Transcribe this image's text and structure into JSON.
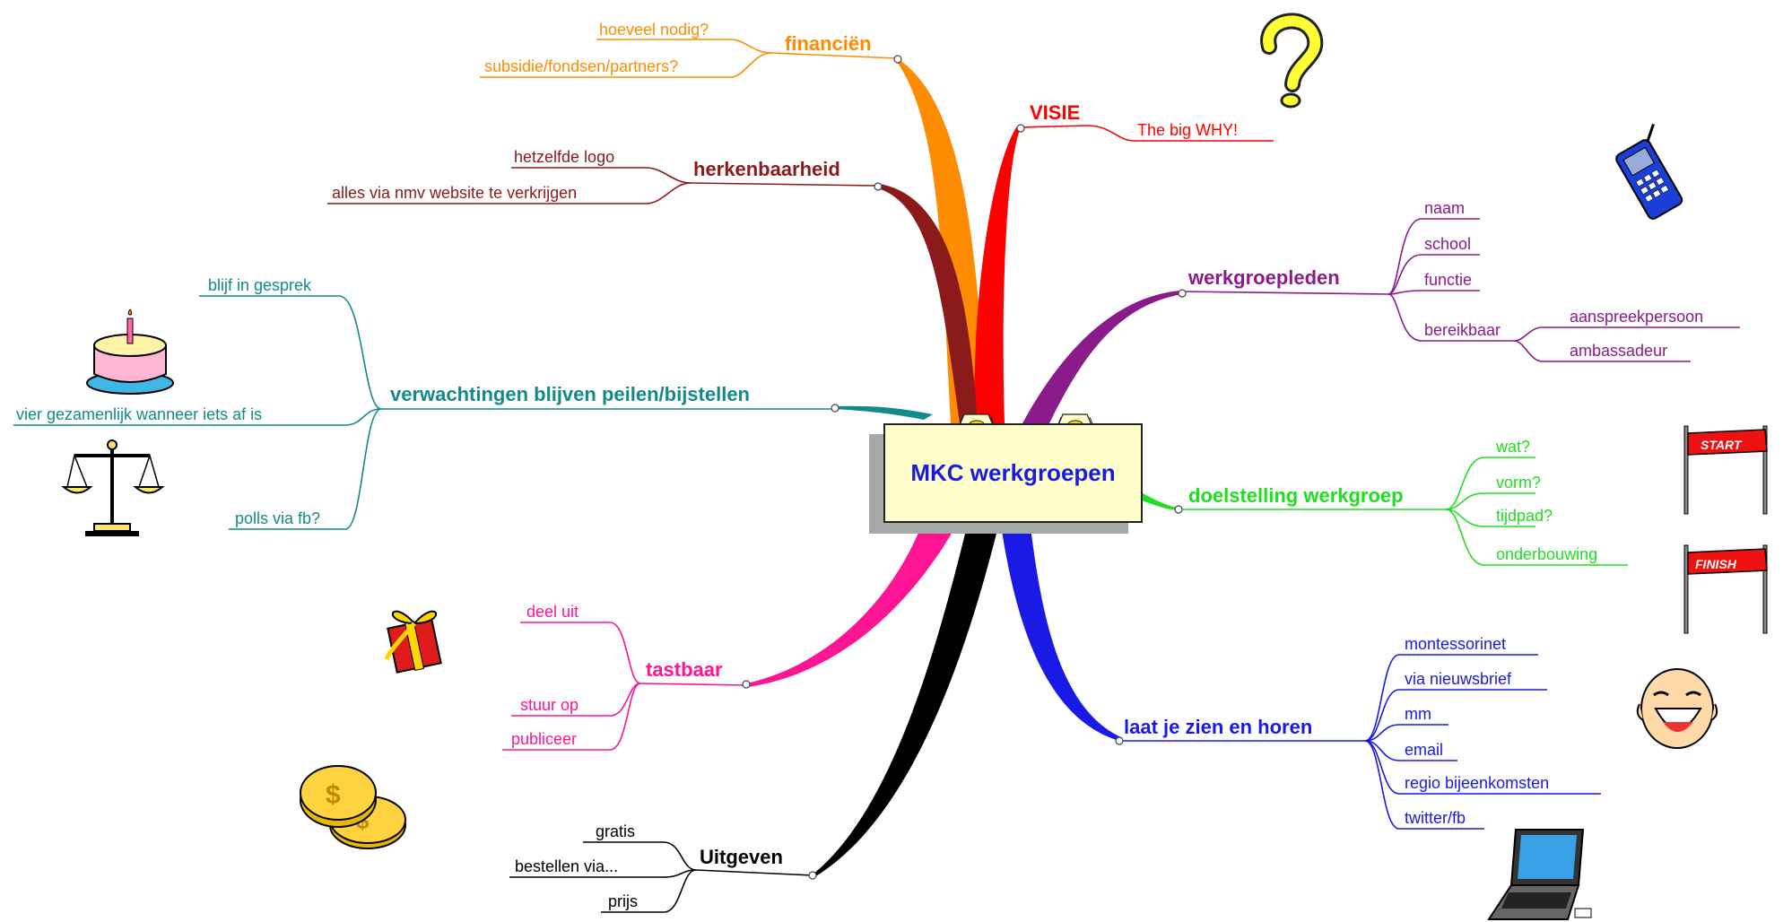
{
  "central": {
    "label": "MKC werkgroepen"
  },
  "branches": [
    {
      "id": "financien",
      "label": "financiën",
      "color": "#ff8c00",
      "items": [
        "hoeveel nodig?",
        "subsidie/fondsen/partners?"
      ]
    },
    {
      "id": "visie",
      "label": "VISIE",
      "color": "#ff0000",
      "items": [
        "The big WHY!"
      ]
    },
    {
      "id": "herkenbaarheid",
      "label": "herkenbaarheid",
      "color": "#8b1a1a",
      "items": [
        "hetzelfde logo",
        "alles via nmv website te verkrijgen"
      ]
    },
    {
      "id": "werkgroepleden",
      "label": "werkgroepleden",
      "color": "#8b1a8b",
      "items": [
        "naam",
        "school",
        "functie",
        "bereikbaar"
      ],
      "subitems": [
        "aanspreekpersoon",
        "ambassadeur"
      ]
    },
    {
      "id": "verwachtingen",
      "label": "verwachtingen blijven peilen/bijstellen",
      "color": "#138a8a",
      "items": [
        "blijf in gesprek",
        "vier gezamenlijk wanneer iets af is",
        "polls via fb?"
      ]
    },
    {
      "id": "doelstelling",
      "label": "doelstelling werkgroep",
      "color": "#22dd22",
      "items": [
        "wat?",
        "vorm?",
        "tijdpad?",
        "onderbouwing"
      ]
    },
    {
      "id": "tastbaar",
      "label": "tastbaar",
      "color": "#ff1493",
      "items": [
        "deel uit",
        "stuur op",
        "publiceer"
      ]
    },
    {
      "id": "laatjezien",
      "label": "laat je zien en horen",
      "color": "#1a1ae6",
      "items": [
        "montessorinet",
        "via nieuwsbrief",
        "mm",
        "email",
        "regio bijeenkomsten",
        "twitter/fb"
      ]
    },
    {
      "id": "uitgeven",
      "label": "Uitgeven",
      "color": "#000000",
      "items": [
        "gratis",
        "bestellen via...",
        "prijs"
      ]
    }
  ],
  "flags": {
    "start": "START",
    "finish": "FINISH"
  },
  "icons": [
    "question-mark-icon",
    "mobile-phone-icon",
    "birthday-cake-icon",
    "balance-scale-icon",
    "start-flag-icon",
    "finish-flag-icon",
    "gift-icon",
    "laughing-face-icon",
    "gold-coins-icon",
    "laptop-icon"
  ]
}
